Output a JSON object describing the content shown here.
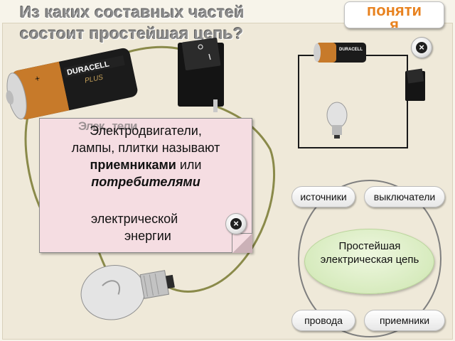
{
  "slide": {
    "title": "Из каких составных  частей состоит простейшая цепь?",
    "concepts_button_label": "поняти\nя"
  },
  "callout": {
    "header_overlay": "Элек...тели",
    "text_line1": "Электродвигатели,",
    "text_line2": "лампы, плитки называют",
    "bold_word": "приемниками",
    "or_word": "или",
    "italic_word": "потребителями",
    "tail_line1": "электрической",
    "tail_line2": "энергии"
  },
  "battery": {
    "brand": "DURACELL",
    "sub_brand": "PLUS",
    "plus_sign": "+"
  },
  "diagram": {
    "center_label": "Простейшая электрическая цепь",
    "parts": {
      "sources": "источники",
      "switches": "выключатели",
      "wires": "провода",
      "consumers": "приемники"
    }
  },
  "close_icon_glyph": "×",
  "colors": {
    "concepts_text": "#e8821f",
    "callout_bg": "#f5dde2",
    "oval_green": "#d7ebbe",
    "wire_olive": "#8a8a4a"
  }
}
